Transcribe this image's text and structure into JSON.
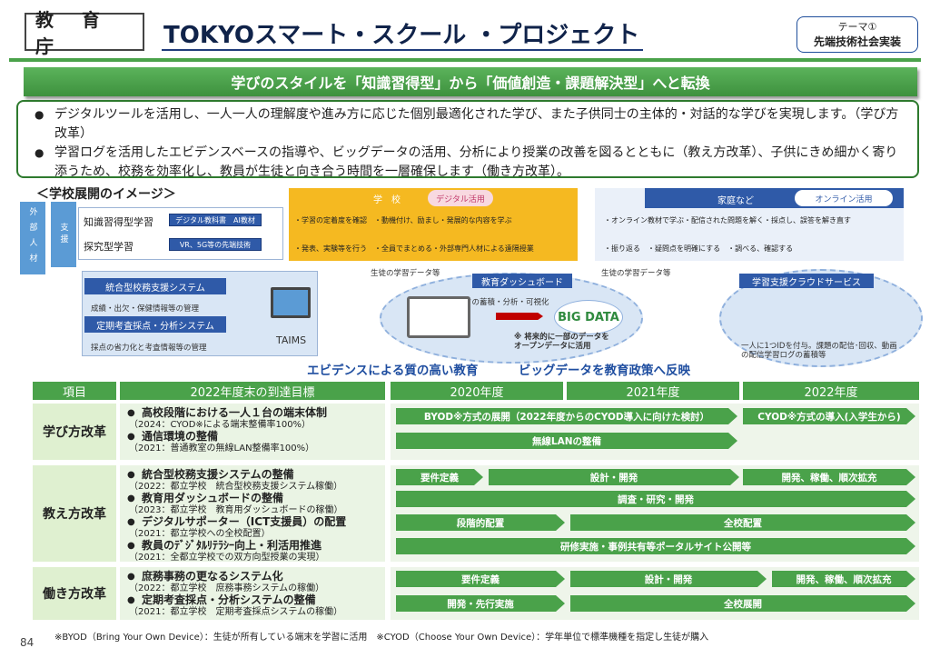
{
  "header": {
    "agency": "教 育 庁",
    "title": "TOKYOスマート・スクール ・プロジェクト",
    "theme_line1": "テーマ①",
    "theme_line2": "先端技術社会実装"
  },
  "banner": "学びのスタイルを「知識習得型」から「価値創造・課題解決型」へと転換",
  "bullets": [
    "デジタルツールを活用し、一人一人の理解度や進み方に応じた個別最適化された学び、また子供同士の主体的・対話的な学びを実現します。（学び方改革）",
    "学習ログを活用したエビデンスベースの指導や、ビッグデータの活用、分析により授業の改善を図るとともに（教え方改革）、子供にきめ細かく寄り添うため、校務を効率化し、教員が生徒と向き合う時間を一層確保します（働き方改革）。"
  ],
  "image": {
    "title": "＜学校展開のイメージ＞",
    "external": "外部人材",
    "support": "支援",
    "knowledge": "知識習得型学習",
    "inquiry": "探究型学習",
    "tag_digital_textbook": "デジタル教科書　AI教材",
    "tag_vr": "VR、5G等の先端技術",
    "school": "学　校",
    "school_pill": "デジタル活用",
    "school_item1": "・学習の定着度を確認　・動機付け、励まし・発展的な内容を学ぶ",
    "school_item2": "・発表、実験等を行う　・全員でまとめる・外部専門人材による遠隔授業",
    "home": "家庭など",
    "home_pill": "オンライン活用",
    "home_item1": "・オンライン教材で学ぶ・配信された問題を解く・採点し、誤答を解き直す",
    "home_item2": "・振り返る　・疑問点を明確にする　・調べる、確認する",
    "sys1": "統合型校務支援システム",
    "sys1_desc": "成績・出欠・保健情報等の管理",
    "sys2": "定期考査採点・分析システム",
    "sys2_desc": "採点の省力化と考査情報等の管理",
    "taims": "TAIMS",
    "log_left": "生徒の学習データ等",
    "log_right": "生徒の学習データ等",
    "dashboard": "教育ダッシュボード",
    "dashboard_desc": "データの蓄積・分析・可視化",
    "bigdata_img": "BIG DATA",
    "open_note": "※ 将来的に一部のデータを\nオープンデータに活用",
    "cloud": "学習支援クラウドサービス",
    "cloud_desc": "一人に1つIDを付与。課題の配信･回収、動画の配信学習ログの蓄積等",
    "evidence": "エビデンスによる質の高い教育",
    "bigdata_policy": "ビッグデータを教育政策へ反映"
  },
  "table": {
    "headers": [
      "項目",
      "2022年度末の到達目標",
      "2020年度",
      "2021年度",
      "2022年度"
    ],
    "rows": [
      {
        "label": "学び方改革",
        "goals": [
          {
            "title": "高校段階における一人１台の端末体制",
            "sub": "（2024：CYOD※による端末整備率100%）"
          },
          {
            "title": "通信環境の整備",
            "sub": "（2021：普通教室の無線LAN整備率100%）"
          }
        ],
        "bars": [
          "BYOD※方式の展開（2022年度からのCYOD導入に向けた検討）",
          "CYOD※方式の導入(入学生から)",
          "無線LANの整備"
        ]
      },
      {
        "label": "教え方改革",
        "goals": [
          {
            "title": "統合型校務支援システムの整備",
            "sub": "（2022：都立学校　統合型校務支援システム稼働）"
          },
          {
            "title": "教育用ダッシュボードの整備",
            "sub": "（2023：都立学校　教育用ダッシュボードの稼働）"
          },
          {
            "title": "デジタルサポーター（ICT支援員）の配置",
            "sub": "（2021：都立学校への全校配置）"
          },
          {
            "title": "教員のﾃﾞｼﾞﾀﾙﾘﾃﾗｼｰ向上・利活用推進",
            "sub": "（2021：全都立学校での双方向型授業の実現）"
          }
        ],
        "bars": [
          "要件定義",
          "設計・開発",
          "開発、稼働、順次拡充",
          "調査・研究・開発",
          "段階的配置",
          "全校配置",
          "研修実施・事例共有等ポータルサイト公開等"
        ]
      },
      {
        "label": "働き方改革",
        "goals": [
          {
            "title": "庶務事務の更なるシステム化",
            "sub": "（2022：都立学校　庶務事務システムの稼働）"
          },
          {
            "title": "定期考査採点・分析システムの整備",
            "sub": "（2021：都立学校　定期考査採点システムの稼働）"
          }
        ],
        "bars": [
          "要件定義",
          "設計・開発",
          "開発、稼働、順次拡充",
          "開発・先行実施",
          "全校展開"
        ]
      }
    ]
  },
  "footnote": "※BYOD（Bring Your Own Device）：生徒が所有している端末を学習に活用　※CYOD（Choose Your Own Device）：学年単位で標準機種を指定し生徒が購入",
  "page_number": "84"
}
